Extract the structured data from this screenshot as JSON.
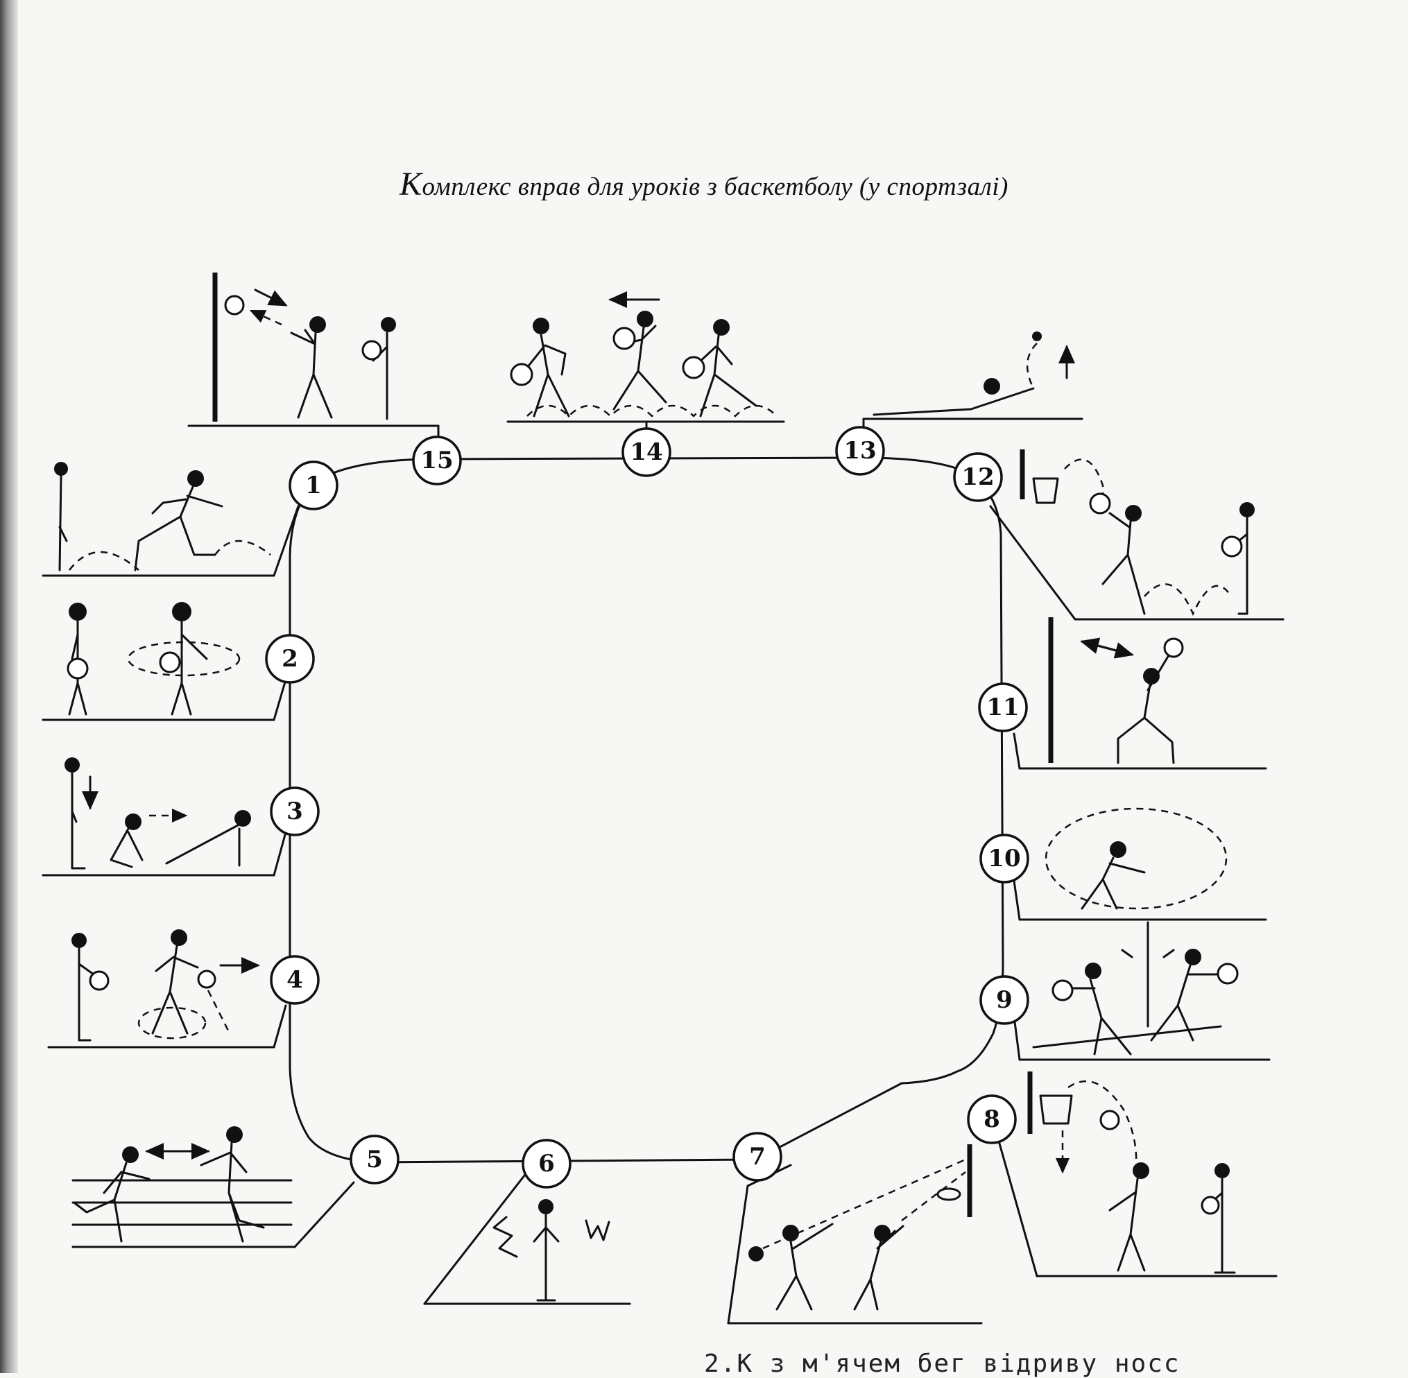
{
  "title": {
    "initial": "К",
    "rest": "омплекс вправ для уроків з баскетболу (у спортзалі)"
  },
  "stations": [
    "1",
    "2",
    "3",
    "4",
    "5",
    "6",
    "7",
    "8",
    "9",
    "10",
    "11",
    "12",
    "13",
    "14",
    "15"
  ],
  "footer_text": "2.К        з м'ячем бег відриву носс"
}
